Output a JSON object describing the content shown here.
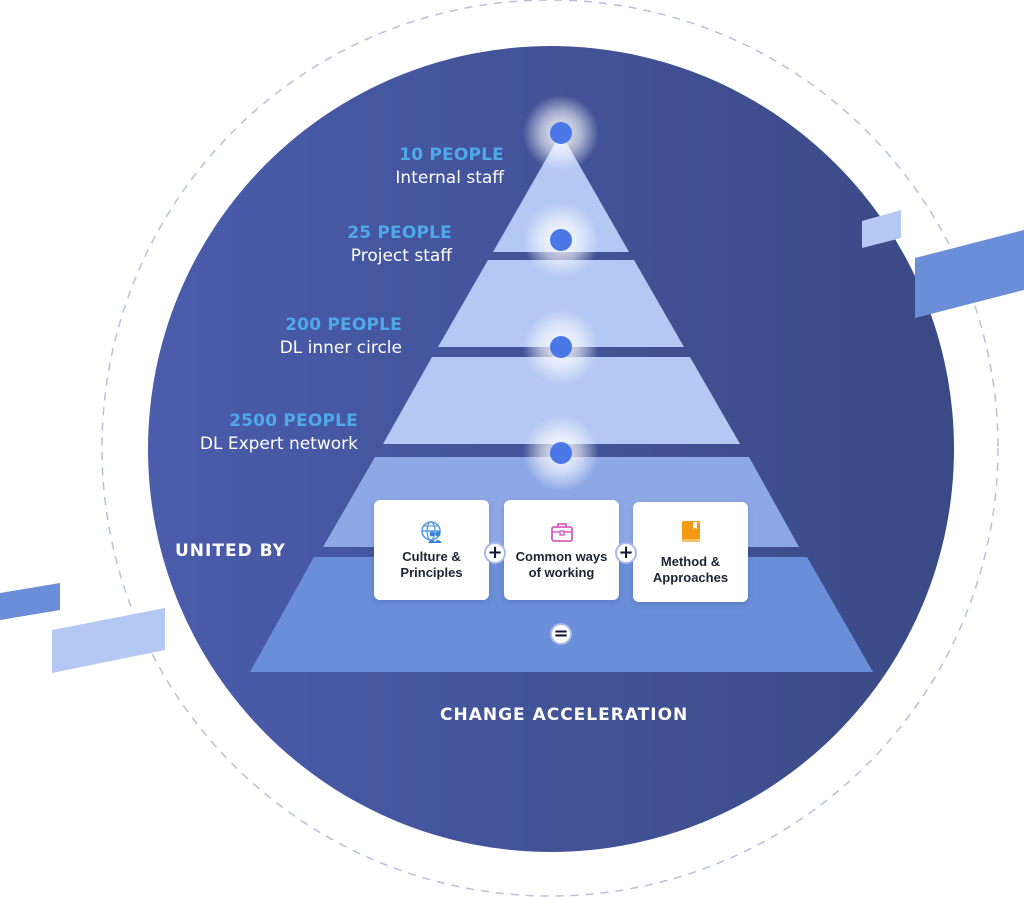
{
  "diagram": {
    "tiers": [
      {
        "count": "10 PEOPLE",
        "name": "Internal staff"
      },
      {
        "count": "25 PEOPLE",
        "name": "Project staff"
      },
      {
        "count": "200 PEOPLE",
        "name": "DL inner circle"
      },
      {
        "count": "2500 PEOPLE",
        "name": "DL Expert network"
      }
    ],
    "united_by_label": "UNITED BY",
    "pillars": [
      {
        "line1": "Culture &",
        "line2": "Principles",
        "icon": "globe-people-icon"
      },
      {
        "line1": "Common ways",
        "line2": "of working",
        "icon": "briefcase-icon"
      },
      {
        "line1": "Method &",
        "line2": "Approaches",
        "icon": "book-icon"
      }
    ],
    "operators": {
      "plus": "+",
      "equals": "="
    },
    "result_label": "CHANGE ACCELERATION"
  },
  "colors": {
    "circle_dark": "#3b4a8a",
    "circle_light": "#4a5fae",
    "tier_light": "#b4c8f4",
    "tier_mid": "#8ea8e6",
    "tier_bottom": "#6a8ed8",
    "node": "#4a78e6",
    "count_text": "#4fa8e8",
    "accent_pink": "#d95cc3",
    "accent_orange": "#f59a12"
  }
}
